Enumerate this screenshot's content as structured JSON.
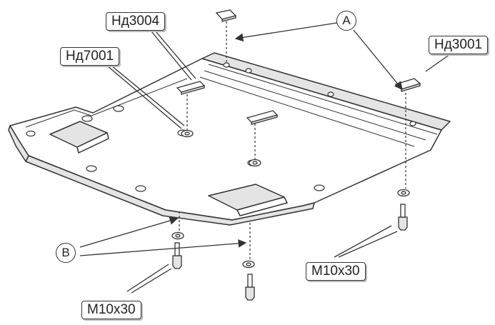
{
  "labels": {
    "nd3004": "Нд3004",
    "nd7001": "Нд7001",
    "nd3001": "Нд3001",
    "bolt_left": "M10x30",
    "bolt_right": "M10x30"
  },
  "callouts": {
    "a": "A",
    "b": "B"
  },
  "colors": {
    "line": "#333333",
    "plate_fill": "#ffffff",
    "shade": "#e4e4e4",
    "label_shadow": "#bbbbbb"
  }
}
